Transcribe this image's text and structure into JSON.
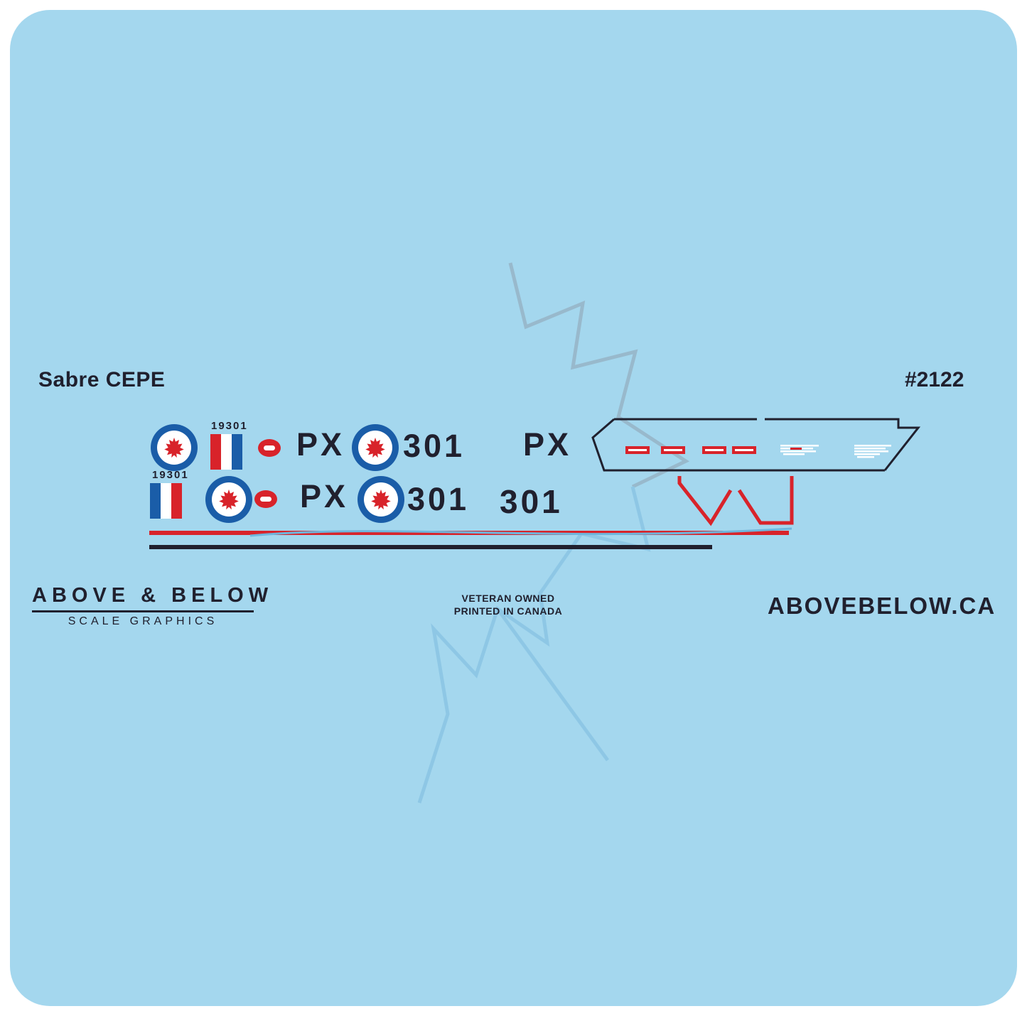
{
  "sheet": {
    "title": "Sabre CEPE",
    "product_number": "#2122"
  },
  "decals": {
    "serials": [
      "19301",
      "19301"
    ],
    "row1": {
      "px_a": "PX",
      "num": "301",
      "px_b": "PX"
    },
    "row2": {
      "px": "PX",
      "num_a": "301",
      "num_b": "301"
    }
  },
  "footer": {
    "brand_name": "ABOVE & BELOW",
    "brand_sub": "SCALE GRAPHICS",
    "center_line1": "VETERAN OWNED",
    "center_line2": "PRINTED IN CANADA",
    "website": "ABOVEBELOW.CA"
  },
  "colors": {
    "sheet_blue": "#a4d7ee",
    "ink": "#20202e",
    "roundel_blue": "#1a5da8",
    "decal_red": "#d8232a",
    "watermark_gray": "#8d9dab",
    "watermark_blue": "#79b9de"
  }
}
